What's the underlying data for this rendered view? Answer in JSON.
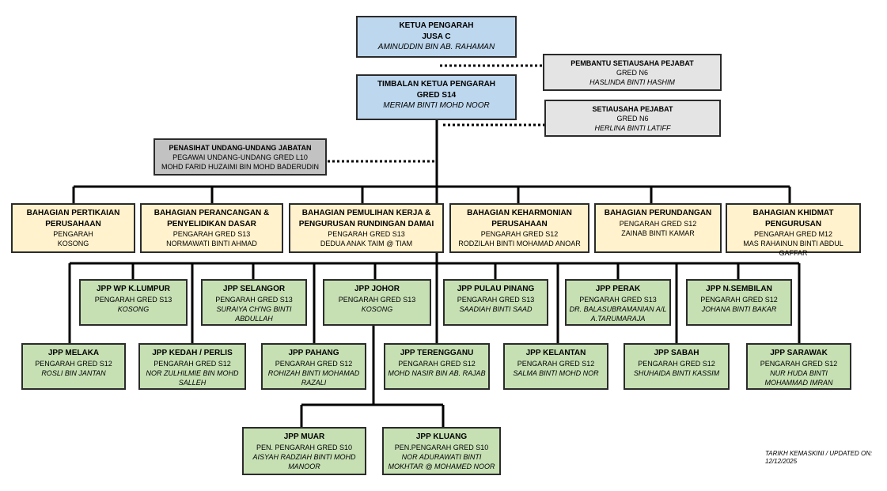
{
  "top": {
    "director_general": {
      "title": "KETUA PENGARAH",
      "grade": "JUSA C",
      "name": "AMINUDDIN BIN AB. RAHAMAN"
    },
    "deputy_director_general": {
      "title": "TIMBALAN KETUA PENGARAH",
      "grade": "GRED S14",
      "name": "MERIAM BINTI MOHD NOOR"
    }
  },
  "support": {
    "assistant_secretary": {
      "title": "PEMBANTU SETIAUSAHA PEJABAT",
      "grade": "GRED N6",
      "name": "HASLINDA BINTI HASHIM"
    },
    "office_secretary": {
      "title": "SETIAUSAHA PEJABAT",
      "grade": "GRED N6",
      "name": "HERLINA BINTI LATIFF"
    },
    "legal_advisor": {
      "title": "PENASIHAT UNDANG-UNDANG JABATAN",
      "grade": "PEGAWAI UNDANG-UNDANG GRED L10",
      "name": "MOHD FARID HUZAIMI BIN MOHD BADERUDIN"
    }
  },
  "divisions": [
    {
      "title1": "BAHAGIAN PERTIKAIAN",
      "title2": "PERUSAHAAN",
      "grade": "PENGARAH",
      "name": "KOSONG"
    },
    {
      "title1": "BAHAGIAN PERANCANGAN &",
      "title2": "PENYELIDIKAN DASAR",
      "grade": "PENGARAH GRED S13",
      "name": "NORMAWATI BINTI AHMAD"
    },
    {
      "title1": "BAHAGIAN PEMULIHAN KERJA &",
      "title2": "PENGURUSAN RUNDINGAN DAMAI",
      "grade": "PENGARAH GRED S13",
      "name": "DEDUA ANAK TAIM @ TIAM"
    },
    {
      "title1": "BAHAGIAN KEHARMONIAN",
      "title2": "PERUSAHAAN",
      "grade": "PENGARAH GRED S12",
      "name": "RODZILAH BINTI MOHAMAD ANOAR"
    },
    {
      "title1": "BAHAGIAN PERUNDANGAN",
      "title2": "",
      "grade": "PENGARAH GRED S12",
      "name": "ZAINAB BINTI KAMAR"
    },
    {
      "title1": "BAHAGIAN KHIDMAT",
      "title2": "PENGURUSAN",
      "grade": "PENGARAH GRED M12",
      "name": "MAS RAHAINUN BINTI ABDUL GAFFAR"
    }
  ],
  "jpp_row1": [
    {
      "title": "JPP WP K.LUMPUR",
      "grade": "PENGARAH GRED S13",
      "name1": "KOSONG",
      "name2": ""
    },
    {
      "title": "JPP SELANGOR",
      "grade": "PENGARAH GRED S13",
      "name1": "SURAIYA CH'NG BINTI",
      "name2": "ABDULLAH"
    },
    {
      "title": "JPP JOHOR",
      "grade": "PENGARAH GRED S13",
      "name1": "KOSONG",
      "name2": ""
    },
    {
      "title": "JPP PULAU PINANG",
      "grade": "PENGARAH GRED S13",
      "name1": "SAADIAH BINTI SAAD",
      "name2": ""
    },
    {
      "title": "JPP PERAK",
      "grade": "PENGARAH GRED S13",
      "name1": "DR. BALASUBRAMANIAN A/L",
      "name2": "A.TARUMARAJA"
    },
    {
      "title": "JPP N.SEMBILAN",
      "grade": "PENGARAH GRED S12",
      "name1": "JOHANA BINTI BAKAR",
      "name2": ""
    }
  ],
  "jpp_row2": [
    {
      "title": "JPP MELAKA",
      "grade": "PENGARAH GRED S12",
      "name1": "ROSLI BIN JANTAN",
      "name2": ""
    },
    {
      "title": "JPP KEDAH / PERLIS",
      "grade": "PENGARAH GRED S12",
      "name1": "NOR ZULHILMIE BIN MOHD",
      "name2": "SALLEH"
    },
    {
      "title": "JPP PAHANG",
      "grade": "PENGARAH GRED S12",
      "name1": "ROHIZAH BINTI MOHAMAD",
      "name2": "RAZALI"
    },
    {
      "title": "JPP TERENGGANU",
      "grade": "PENGARAH GRED S12",
      "name1": "MOHD NASIR BIN AB. RAJAB",
      "name2": ""
    },
    {
      "title": "JPP KELANTAN",
      "grade": "PENGARAH GRED S12",
      "name1": "SALMA BINTI MOHD NOR",
      "name2": ""
    },
    {
      "title": "JPP SABAH",
      "grade": "PENGARAH GRED S12",
      "name1": "SHUHAIDA BINTI KASSIM",
      "name2": ""
    },
    {
      "title": "JPP SARAWAK",
      "grade": "PENGARAH GRED S12",
      "name1": "NUR HUDA BINTI",
      "name2": "MOHAMMAD IMRAN"
    }
  ],
  "jpp_row3": [
    {
      "title": "JPP MUAR",
      "grade": "PEN. PENGARAH GRED S10",
      "name1": "AISYAH RADZIAH BINTI MOHD",
      "name2": "MANOOR"
    },
    {
      "title": "JPP KLUANG",
      "grade": "PEN.PENGARAH GRED S10",
      "name1": "NOR ADURAWATI BINTI",
      "name2": "MOKHTAR @ MOHAMED NOOR"
    }
  ],
  "footer": {
    "line1": "TARIKH KEMASKINI / UPDATED ON:",
    "line2": "12/12/2025"
  },
  "colors": {
    "top": "#bdd7ee",
    "support": "#e4e4e4",
    "legal": "#c2c2c2",
    "division": "#fff2cc",
    "state": "#c6e0b4",
    "line": "#000000"
  }
}
